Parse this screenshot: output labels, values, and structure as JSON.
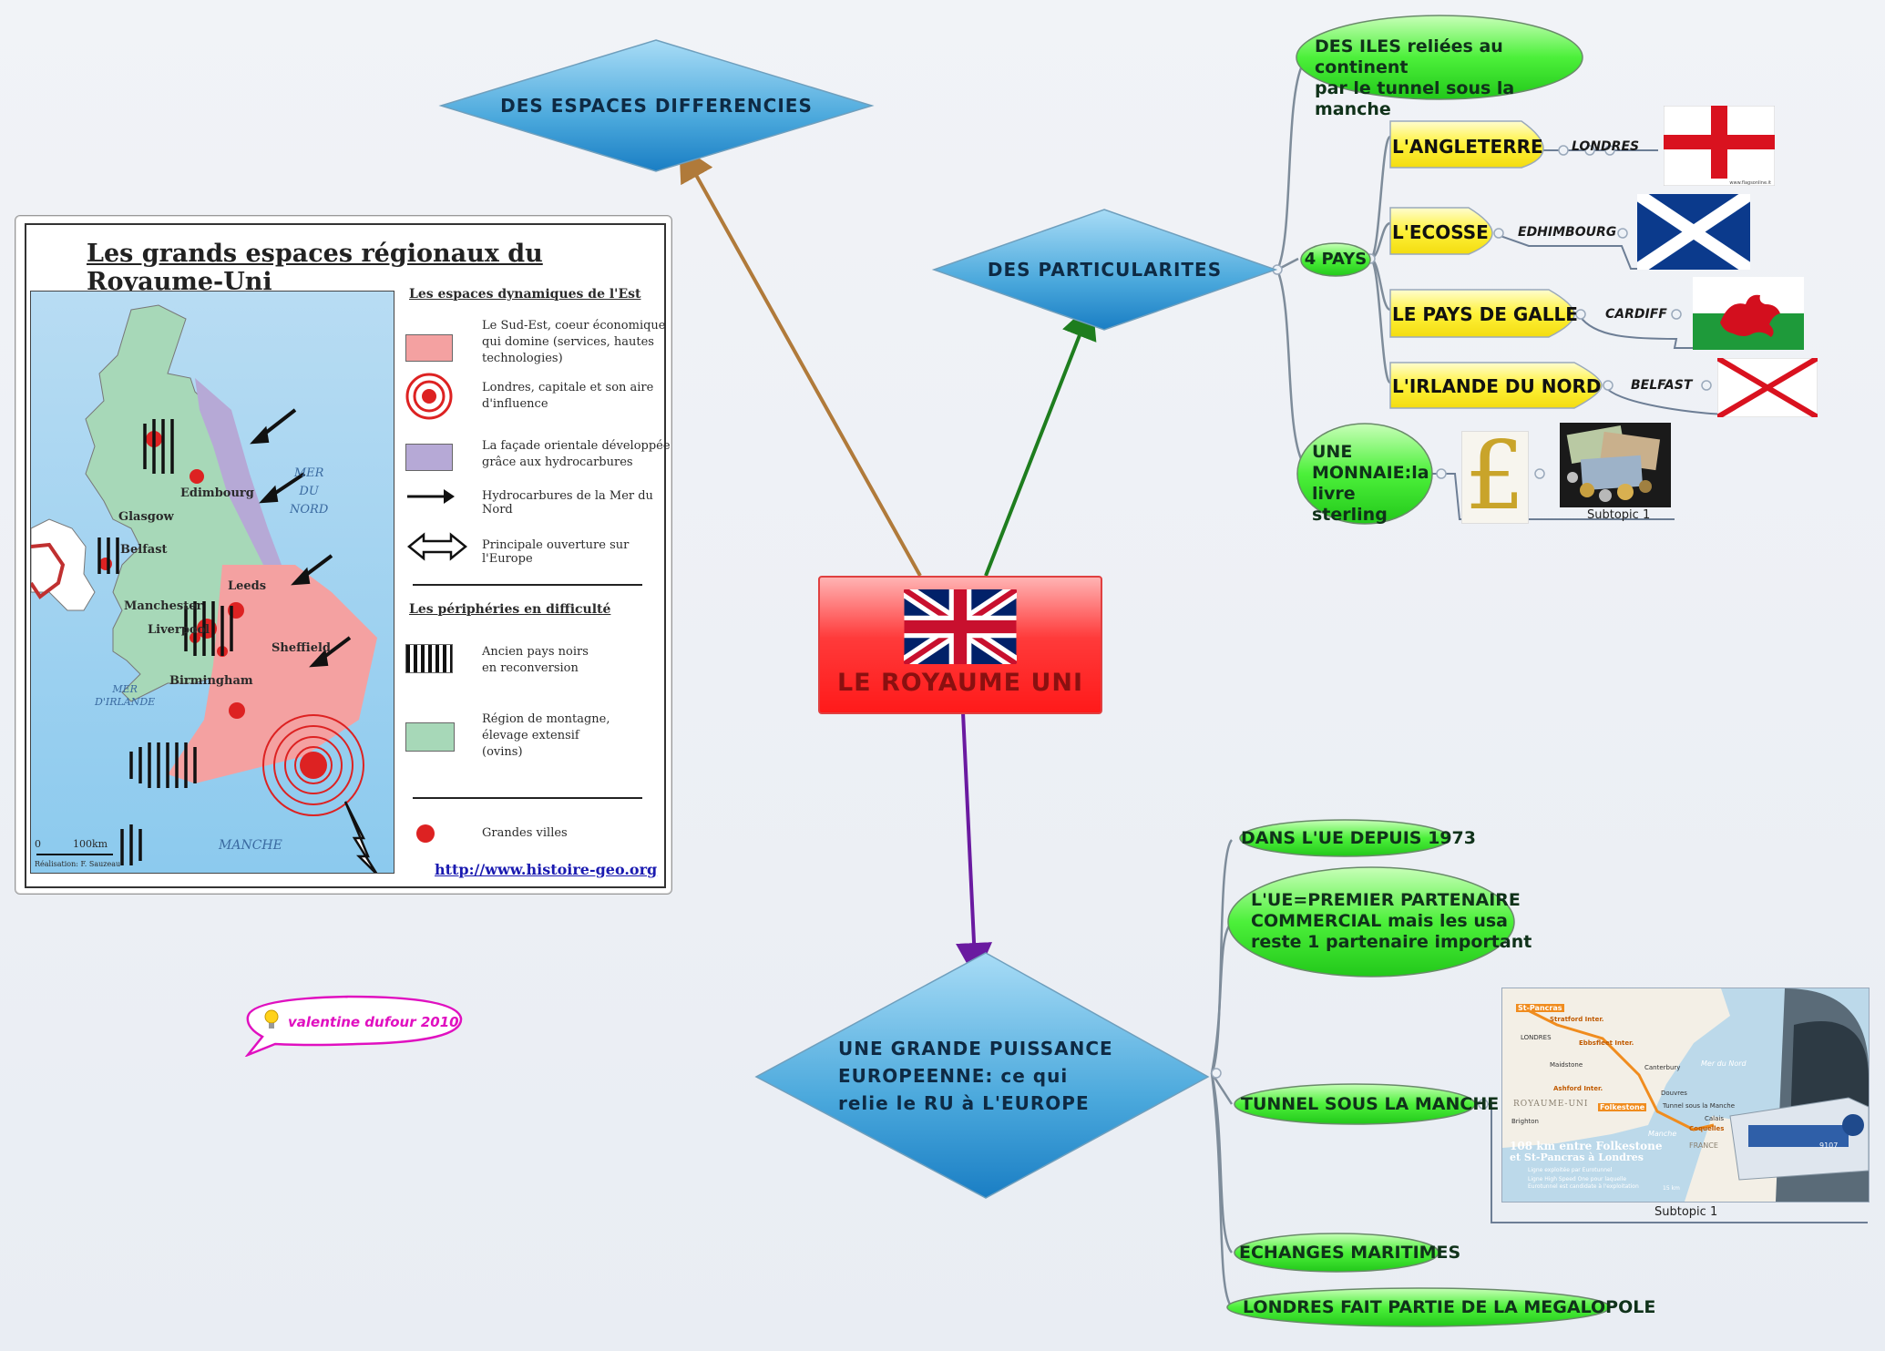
{
  "central": {
    "title": "LE ROYAUME UNI"
  },
  "topics": {
    "espaces": "DES ESPACES DIFFERENCIES",
    "particularites": "DES PARTICULARITES",
    "puissance": [
      "UNE GRANDE PUISSANCE",
      "EUROPEENNE: ce qui",
      "relie le RU à L'EUROPE"
    ]
  },
  "particularites": {
    "iles": [
      "DES ILES reliées au continent",
      "par le tunnel sous la manche"
    ],
    "pays_label": "4 PAYS",
    "pays": [
      {
        "name": "L'ANGLETERRE",
        "capital": "LONDRES"
      },
      {
        "name": "L'ECOSSE",
        "capital": "EDHIMBOURG"
      },
      {
        "name": "LE PAYS DE GALLE",
        "capital": "CARDIFF"
      },
      {
        "name": "L'IRLANDE DU NORD",
        "capital": "BELFAST"
      }
    ],
    "monnaie": [
      "UNE",
      "MONNAIE:la",
      "livre sterling"
    ],
    "monnaie_caption": "Subtopic 1",
    "flag_credit": "www.flagsonline.it"
  },
  "europe": {
    "items": [
      "DANS L'UE DEPUIS 1973",
      [
        "L'UE=PREMIER PARTENAIRE",
        "COMMERCIAL mais les usa",
        "reste 1 partenaire important"
      ],
      "TUNNEL SOUS LA MANCHE",
      "ECHANGES MARITIMES",
      "LONDRES FAIT PARTIE DE LA MEGALOPOLE"
    ],
    "tunnel_caption": "Subtopic 1",
    "tunnel_map": {
      "places": [
        "St-Pancras",
        "Stratford Inter.",
        "LONDRES",
        "Ebbsfleet Inter.",
        "Maidstone",
        "Canterbury",
        "Ashford Inter.",
        "Douvres",
        "Folkestone",
        "ROYAUME-UNI",
        "Tunnel sous la Manche",
        "Calais",
        "Brighton",
        "Manche",
        "Coquelles",
        "FRANCE",
        "Mer du Nord"
      ],
      "headline": [
        "108 km entre Folkestone",
        "et St-Pancras à Londres"
      ],
      "legend": [
        "Ligne exploitée par Eurotunnel",
        "Ligne High Speed One pour laquelle",
        "Eurotunnel est candidate à l'exploitation"
      ],
      "scale": "15 km",
      "train_number": "9107"
    }
  },
  "map": {
    "title": "Les grands espaces régionaux du Royaume-Uni",
    "section1": "Les espaces dynamiques de l'Est",
    "legend1": [
      [
        "Le Sud-Est, coeur économique",
        "qui domine (services, hautes",
        "technologies)"
      ],
      [
        "Londres, capitale et son aire",
        "d'influence"
      ],
      [
        "La façade orientale développée",
        "grâce aux hydrocarbures"
      ],
      [
        "Hydrocarbures de la Mer du Nord"
      ],
      [
        "Principale ouverture sur l'Europe"
      ]
    ],
    "section2": "Les périphéries en difficulté",
    "legend2": [
      [
        "Ancien pays noirs",
        "en reconversion"
      ],
      [
        "Région de montagne,",
        "élevage extensif",
        "(ovins)"
      ],
      [
        "Grandes villes"
      ]
    ],
    "cities": [
      "Edimbourg",
      "Glasgow",
      "Belfast",
      "Leeds",
      "Manchester",
      "Liverpool",
      "Sheffield",
      "Birmingham"
    ],
    "seas": {
      "nord": [
        "MER",
        "DU",
        "NORD"
      ],
      "irlande": [
        "MER",
        "D'IRLANDE"
      ],
      "manche": "MANCHE"
    },
    "scale": [
      "0",
      "100km"
    ],
    "credit": "Réalisation: F. Sauzeau",
    "url": "http://www.histoire-geo.org"
  },
  "signature": "valentine dufour 2010",
  "colors": {
    "central_fill": "#ff2a2a",
    "diamond_fill": "#3e9ed6",
    "green_bubble": "#3ee62f",
    "yellow_tab": "#fff23a",
    "sudest": "#f4a1a1",
    "facade": "#b6a9d6",
    "montagne": "#a7d8b8"
  }
}
